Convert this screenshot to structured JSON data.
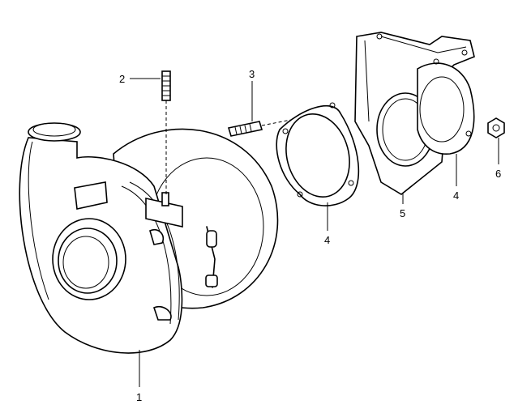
{
  "diagram": {
    "callouts": [
      {
        "id": "1",
        "part": "turbocharger"
      },
      {
        "id": "2",
        "part": "stud"
      },
      {
        "id": "3",
        "part": "stud"
      },
      {
        "id": "4",
        "part": "gasket"
      },
      {
        "id": "4",
        "part": "gasket"
      },
      {
        "id": "5",
        "part": "bracket"
      },
      {
        "id": "6",
        "part": "nut"
      }
    ]
  }
}
